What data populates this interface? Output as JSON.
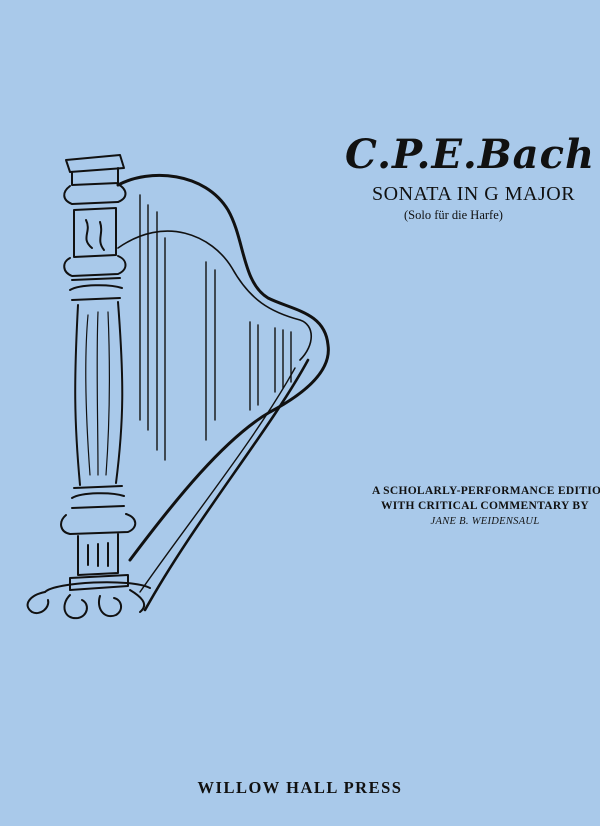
{
  "cover": {
    "composer": "C.P.E.Bach",
    "title": "SONATA IN G MAJOR",
    "subtitle": "(Solo für die Harfe)",
    "edition_line1": "A SCHOLARLY-PERFORMANCE EDITION",
    "edition_line2": "WITH CRITICAL COMMENTARY BY",
    "editor": "JANE B. WEIDENSAUL",
    "publisher": "WILLOW HALL PRESS"
  },
  "colors": {
    "background": "#a9c9ea",
    "ink": "#111111"
  },
  "illustration": {
    "icon": "harp-icon"
  }
}
